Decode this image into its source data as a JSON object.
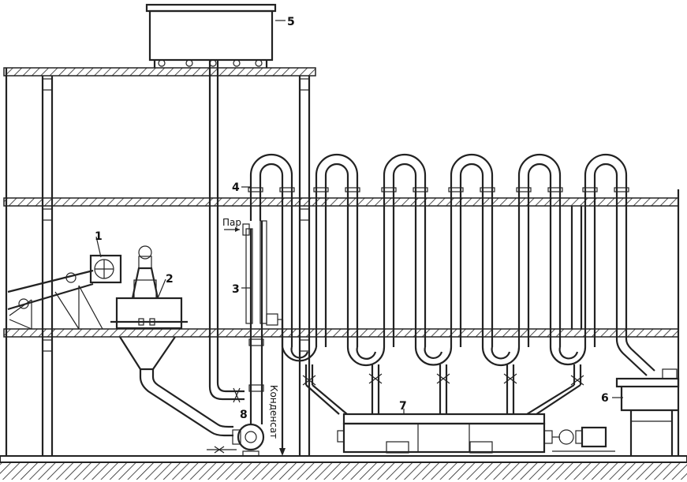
{
  "labels": {
    "n1": "1",
    "n2": "2",
    "n3": "3",
    "n4": "4",
    "n5": "5",
    "n6": "6",
    "n7": "7",
    "n8": "8",
    "steam": "Пар",
    "condensate": "Конденсат"
  },
  "structure": {
    "u_tube_count": 6,
    "floors": 3
  }
}
